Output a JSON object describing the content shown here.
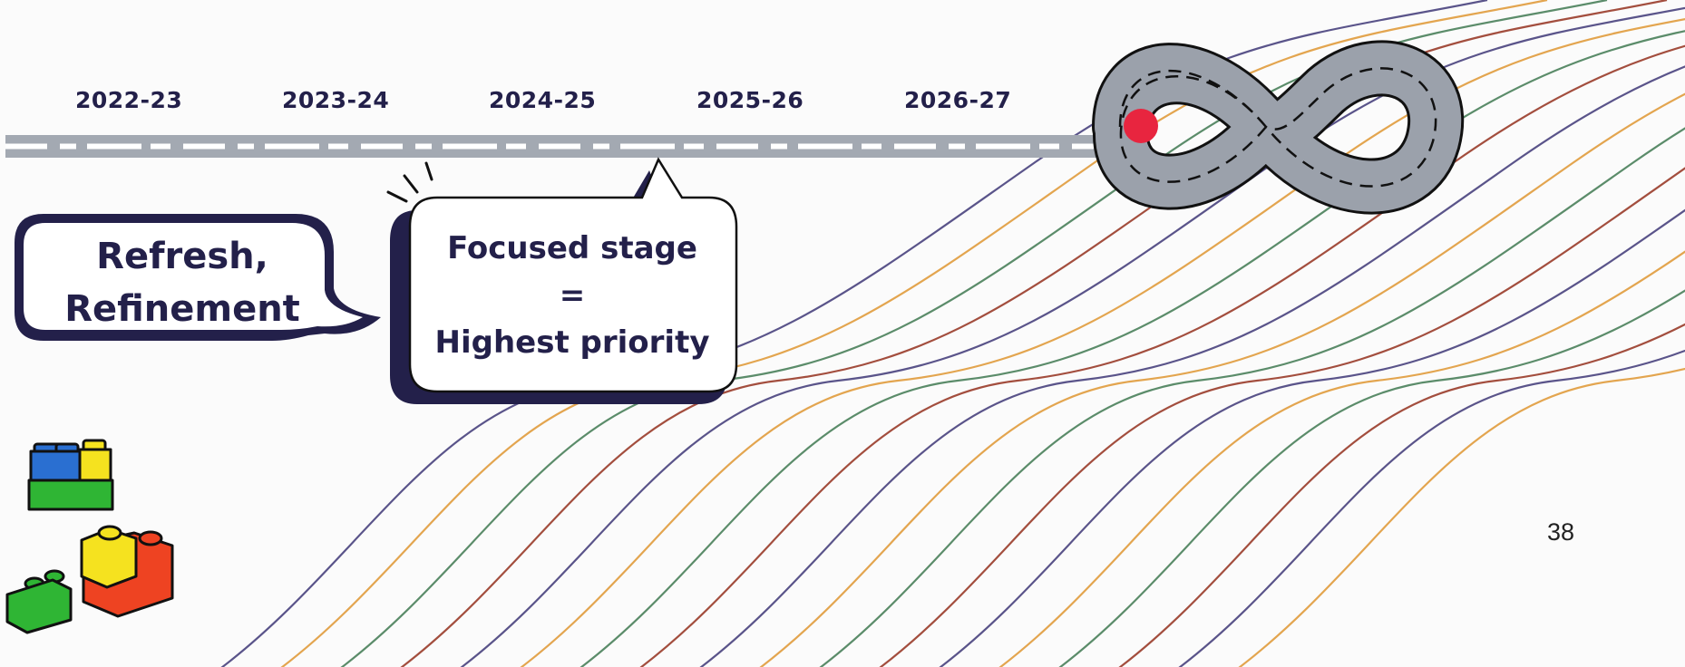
{
  "timeline": {
    "years": [
      "2022-23",
      "2023-24",
      "2024-25",
      "2025-26",
      "2026-27"
    ]
  },
  "bubbles": {
    "left": {
      "line1": "Refresh,",
      "line2": "Refinement"
    },
    "right": {
      "line1": "Focused stage",
      "line2": "=",
      "line3": "Highest priority"
    }
  },
  "page_number": "38",
  "icons": {
    "infinity": "infinity-road-icon",
    "marker": "red-dot-icon",
    "blocks": "lego-bricks-icon"
  },
  "colors": {
    "text": "#23204a",
    "road": "#a3a9b2",
    "marker": "#e8253f",
    "waves": [
      "#5a548a",
      "#e3a54f",
      "#5b8c6a",
      "#a34e3e"
    ]
  }
}
